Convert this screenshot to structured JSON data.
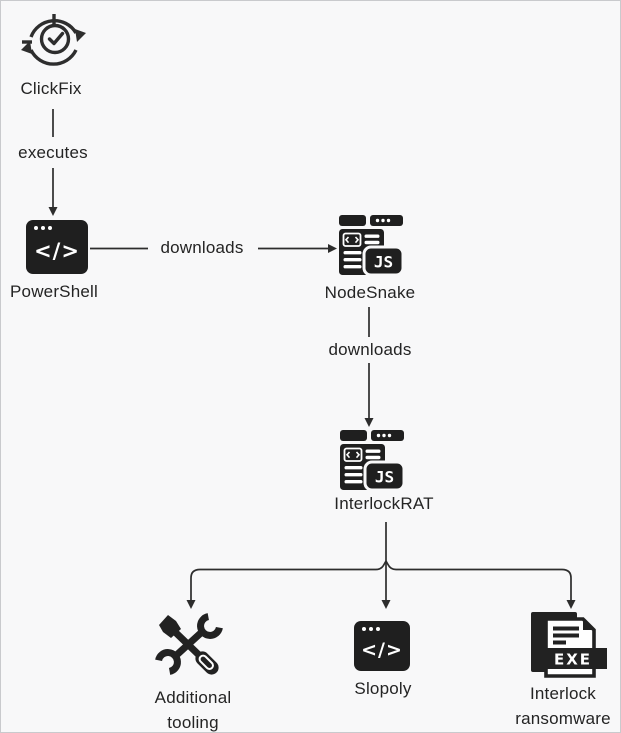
{
  "colors": {
    "background": "#f8f8f9",
    "border": "#c9cacd",
    "ink": "#2d2d2d",
    "icon_fill": "#1f1f1f",
    "text": "#242424"
  },
  "nodes": {
    "clickfix": {
      "label": "ClickFix",
      "icon": "cycle-check-icon"
    },
    "powershell": {
      "label": "PowerShell",
      "icon": "code-window-icon"
    },
    "nodesnake": {
      "label": "NodeSnake",
      "icon": "js-app-icon"
    },
    "interlockrat": {
      "label": "InterlockRAT",
      "icon": "js-app-icon"
    },
    "additional_tooling": {
      "line1": "Additional",
      "line2": "tooling",
      "icon": "tools-icon"
    },
    "slopoly": {
      "label": "Slopoly",
      "icon": "code-window-icon"
    },
    "interlock_ransomware": {
      "line1": "Interlock",
      "line2": "ransomware",
      "icon": "exe-file-icon"
    }
  },
  "edges": [
    {
      "from": "ClickFix",
      "to": "PowerShell",
      "label": "executes"
    },
    {
      "from": "PowerShell",
      "to": "NodeSnake",
      "label": "downloads"
    },
    {
      "from": "NodeSnake",
      "to": "InterlockRAT",
      "label": "downloads"
    },
    {
      "from": "InterlockRAT",
      "to": "Additional tooling",
      "label": ""
    },
    {
      "from": "InterlockRAT",
      "to": "Slopoly",
      "label": ""
    },
    {
      "from": "InterlockRAT",
      "to": "Interlock ransomware",
      "label": ""
    }
  ],
  "icon_glyphs": {
    "code": "</>",
    "js": "JS",
    "exe": "EXE"
  }
}
